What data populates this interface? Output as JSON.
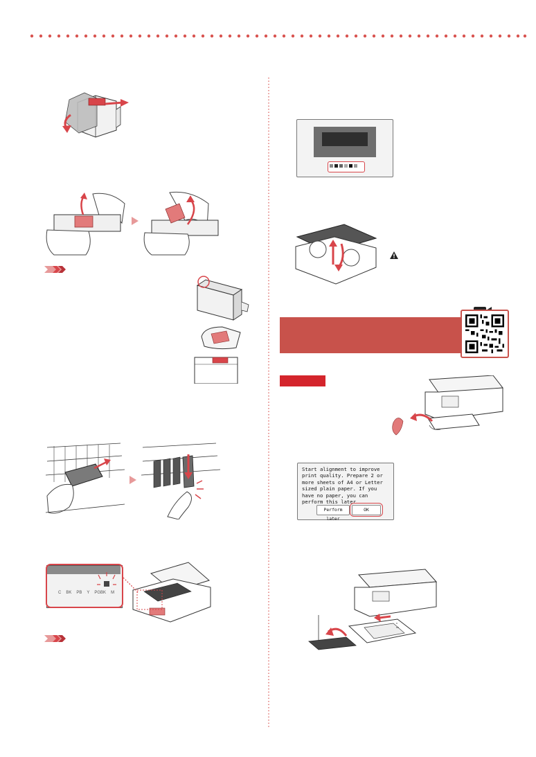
{
  "ink_labels": [
    "C",
    "BK",
    "PB",
    "Y",
    "PGBK",
    "M"
  ],
  "screen_alignment": {
    "message": "Start alignment to improve print quality. Prepare 2 or more sheets of A4 or Letter sized plain paper. If you have no paper, you can perform this later.",
    "perform_later": "Perform later",
    "ok": "OK"
  },
  "colors": {
    "accent": "#c8524b",
    "badge": "#d4252c",
    "highlight": "#e06a6a"
  },
  "icons": [
    "video-camera-icon",
    "warning-icon",
    "qr-code",
    "important-chevron-icon"
  ]
}
